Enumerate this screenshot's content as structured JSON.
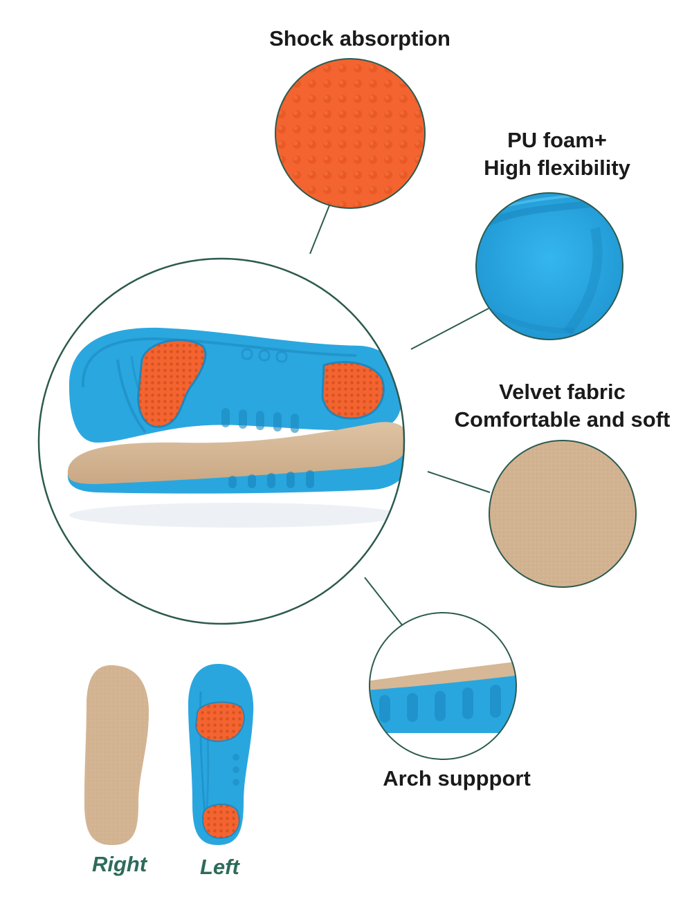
{
  "features": {
    "shock": {
      "title": "Shock absorption",
      "icon": "orange-dotted-pad-icon"
    },
    "foam": {
      "line1": "PU foam+",
      "line2": "High flexibility",
      "icon": "blue-foam-icon"
    },
    "velvet": {
      "line1": "Velvet fabric",
      "line2": "Comfortable and soft",
      "icon": "tan-velvet-icon"
    },
    "arch": {
      "title": "Arch suppport",
      "icon": "arch-support-icon"
    }
  },
  "sides": {
    "right": "Right",
    "left": "Left"
  },
  "colors": {
    "orange": "#f2622b",
    "blue": "#29a8e0",
    "tan": "#d4b594",
    "outline": "#2c5a4f",
    "label_green": "#2e6b5b"
  }
}
